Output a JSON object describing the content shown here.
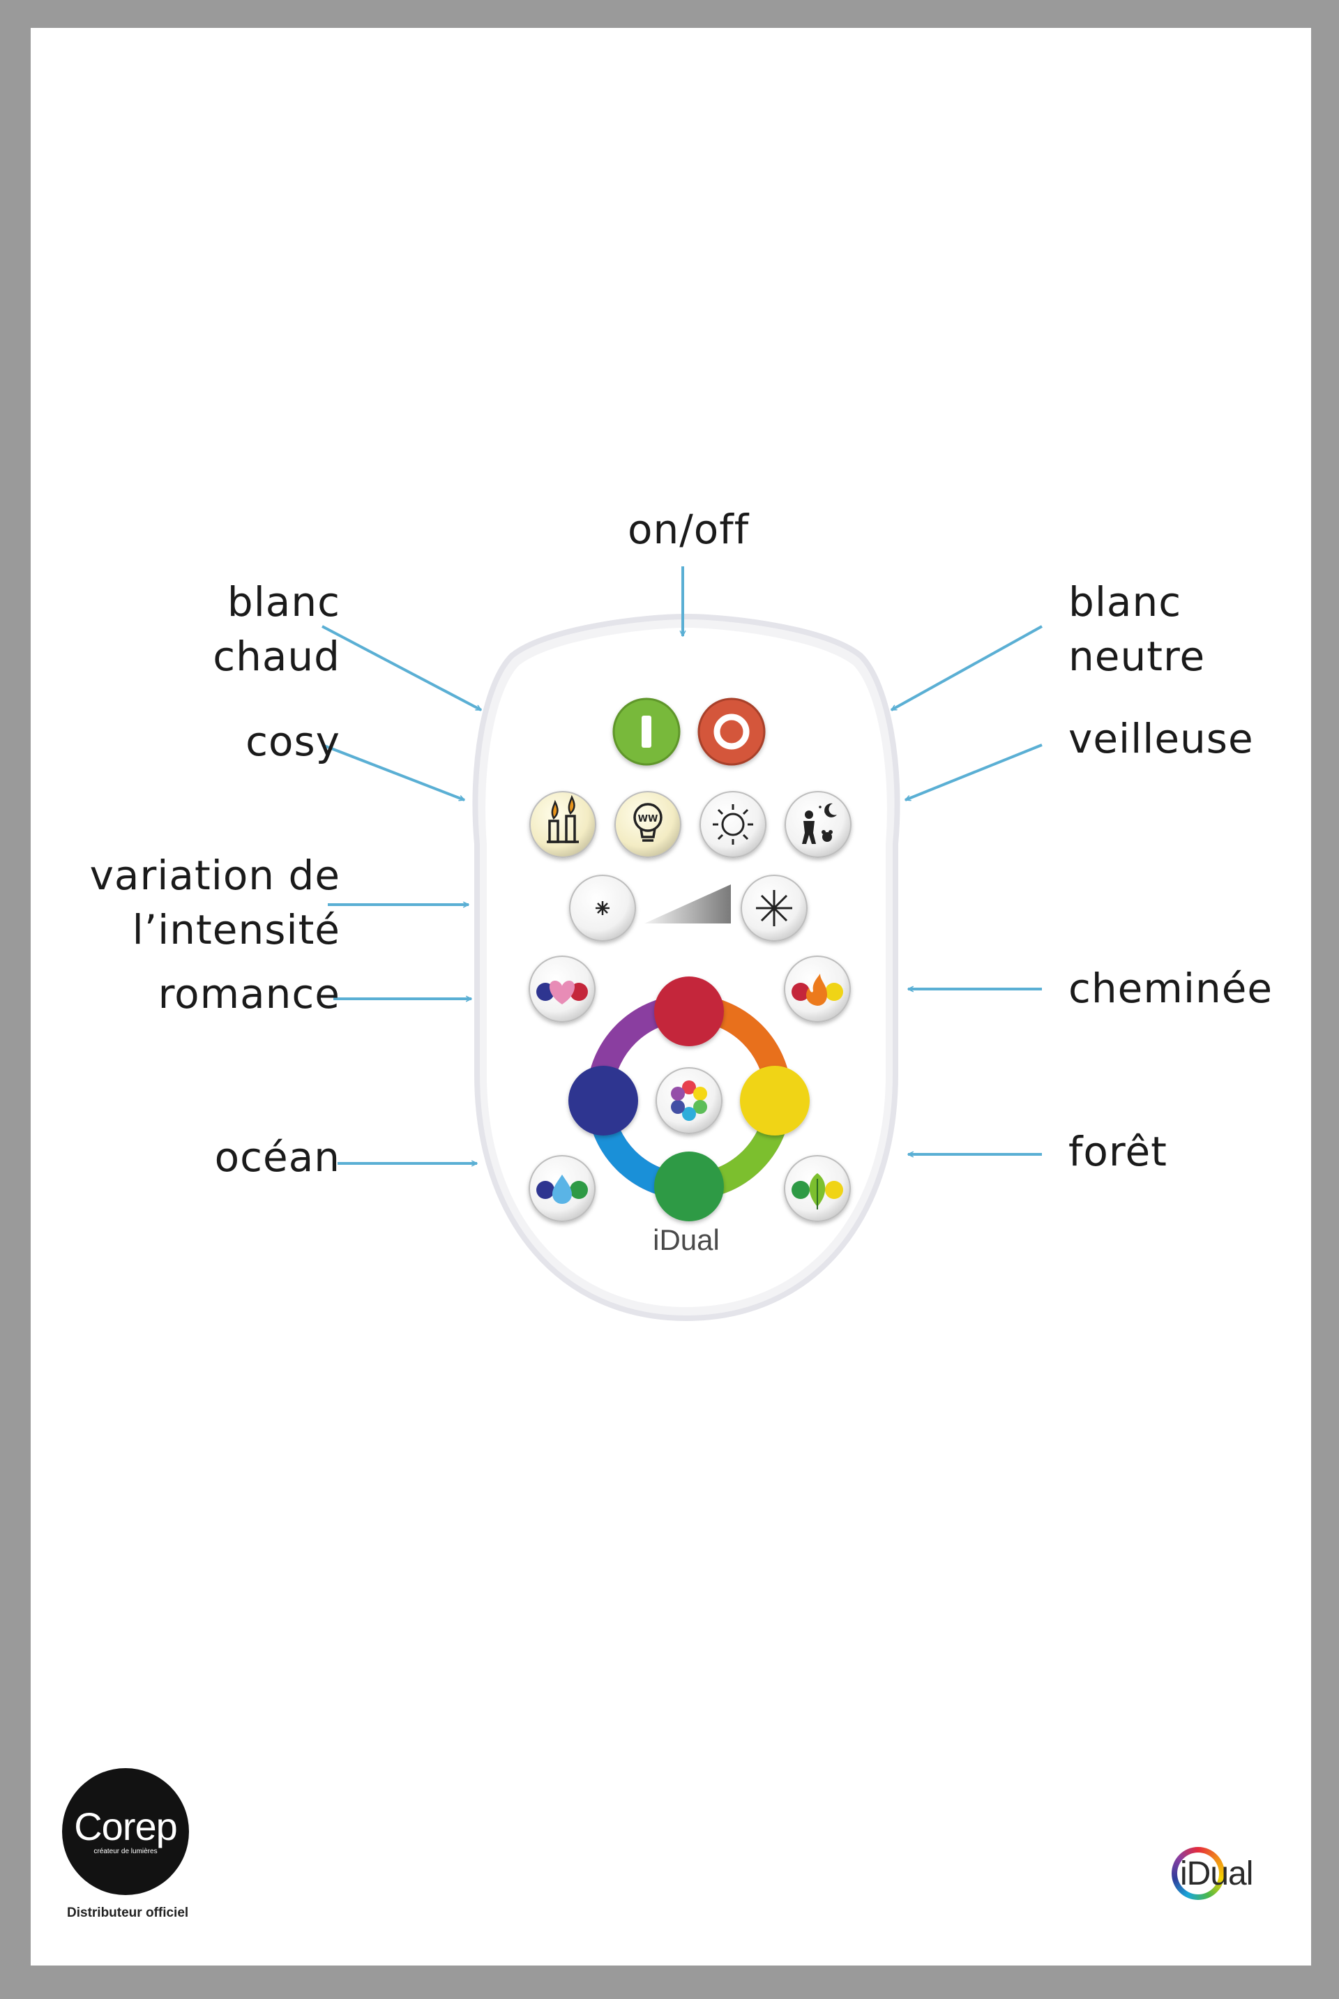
{
  "labels": {
    "on_off": "on/off",
    "blanc_chaud": [
      "blanc",
      "chaud"
    ],
    "blanc_neutre": [
      "blanc",
      "neutre"
    ],
    "cosy": "cosy",
    "veilleuse": "veilleuse",
    "variation": [
      "variation de",
      "l’intensité"
    ],
    "romance": "romance",
    "cheminee": "cheminée",
    "ocean": "océan",
    "foret": "forêt"
  },
  "remote": {
    "brand": "iDual"
  },
  "footer": {
    "corep_name": "Corep",
    "corep_tagline": "créateur de lumières",
    "distributor": "Distributeur officiel",
    "idual_logo_text": "iDual"
  },
  "colors": {
    "arrow": "#5aafd4",
    "on": "#78b93a",
    "off": "#d4573a",
    "red": "#c4253a",
    "yellow": "#f0d414",
    "blue": "#2e3590",
    "green": "#2e9a44"
  },
  "icons": {
    "on": "power-on-icon",
    "off": "power-off-icon",
    "warm_white": "candles-icon",
    "neutral_white": "bulb-icon",
    "cosy": "sun-icon",
    "night_light": "child-moon-icon",
    "dim_down": "small-star-icon",
    "dim_up": "large-star-icon",
    "romance": "heart-icon",
    "fireplace": "flame-icon",
    "ocean": "water-drop-icon",
    "forest": "leaf-icon",
    "color_cycle": "color-cycle-icon"
  }
}
